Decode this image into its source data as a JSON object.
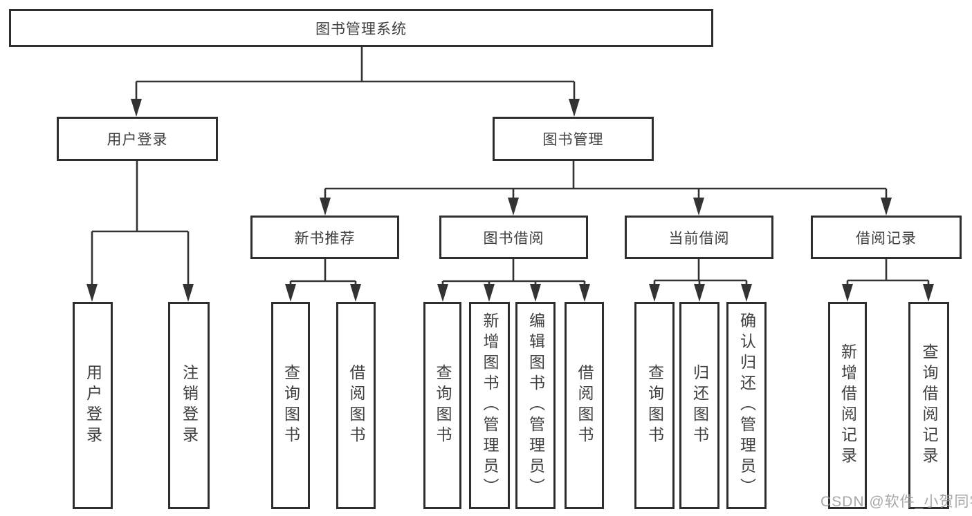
{
  "tree": {
    "root": {
      "label": "图书管理系统"
    },
    "branches": [
      {
        "label": "用户登录",
        "children": [
          {
            "label": "用户登录"
          },
          {
            "label": "注销登录"
          }
        ]
      },
      {
        "label": "图书管理",
        "children": [
          {
            "label": "新书推荐",
            "children": [
              {
                "label": "查询图书"
              },
              {
                "label": "借阅图书"
              }
            ]
          },
          {
            "label": "图书借阅",
            "children": [
              {
                "label": "查询图书"
              },
              {
                "label": "新增图书（管理员）"
              },
              {
                "label": "编辑图书（管理员）"
              },
              {
                "label": "借阅图书"
              }
            ]
          },
          {
            "label": "当前借阅",
            "children": [
              {
                "label": "查询图书"
              },
              {
                "label": "归还图书"
              },
              {
                "label": "确认归还（管理员）"
              }
            ]
          },
          {
            "label": "借阅记录",
            "children": [
              {
                "label": "新增借阅记录"
              },
              {
                "label": "查询借阅记录"
              }
            ]
          }
        ]
      }
    ]
  },
  "watermark": "CSDN @软件_小贺同学",
  "colors": {
    "line": "#333333",
    "border": "#2e2e2e",
    "text": "#404040",
    "watermark": "#989898",
    "background": "#ffffff"
  }
}
